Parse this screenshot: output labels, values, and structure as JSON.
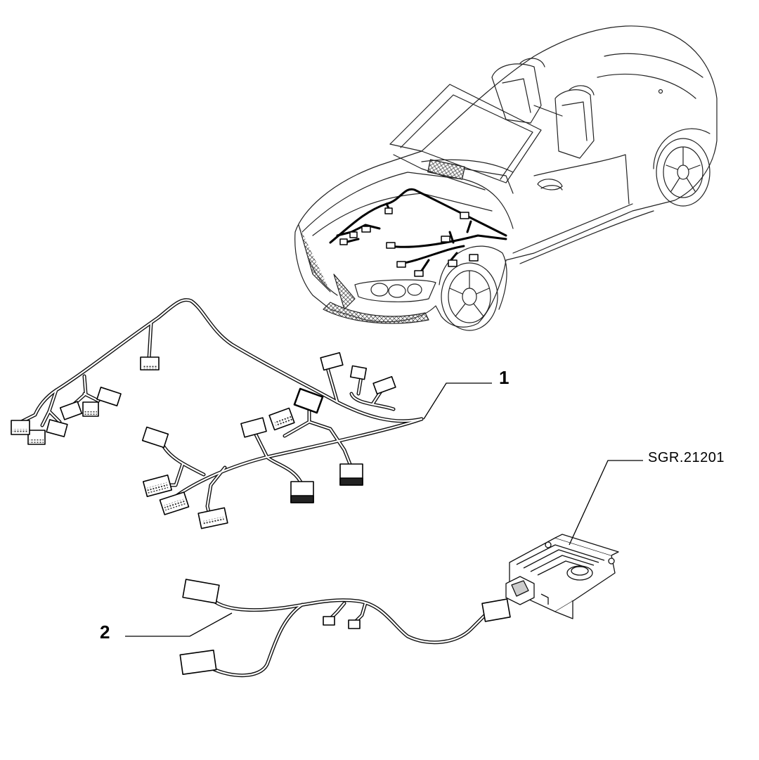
{
  "diagram": {
    "callouts": [
      {
        "id": "1",
        "label": "1",
        "refers_to": "harness-1"
      },
      {
        "id": "2",
        "label": "2",
        "refers_to": "harness-2"
      },
      {
        "id": "ref",
        "label": "SGR.21201",
        "refers_to": "control-unit"
      }
    ]
  }
}
